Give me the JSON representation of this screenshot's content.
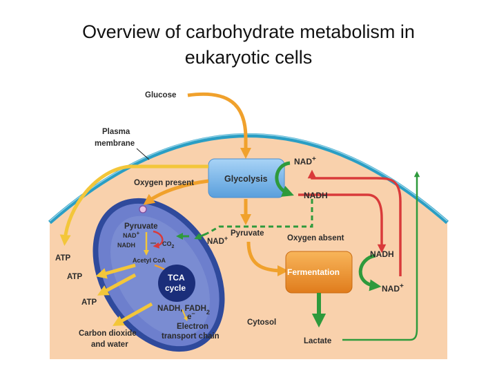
{
  "title_line1": "Overview of carbohydrate metabolism in",
  "title_line2": "eukaryotic cells",
  "labels": {
    "glucose": "Glucose",
    "plasma_membrane_1": "Plasma",
    "plasma_membrane_2": "membrane",
    "glycolysis": "Glycolysis",
    "oxygen_present": "Oxygen present",
    "nad_plus": "NAD",
    "nadh": "NADH",
    "pyruvate": "Pyruvate",
    "oxygen_absent": "Oxygen absent",
    "fermentation": "Fermentation",
    "lactate": "Lactate",
    "cytosol": "Cytosol",
    "atp": "ATP",
    "co2": "CO",
    "acetyl_coa": "Acetyl CoA",
    "tca_1": "TCA",
    "tca_2": "cycle",
    "nadh_fadh": "NADH, FADH",
    "electron": "e",
    "etc_1": "Electron",
    "etc_2": "transport chain",
    "carbon_dioxide_1": "Carbon dioxide",
    "carbon_dioxide_2": "and water",
    "plus": "+",
    "minus": "−",
    "two": "2"
  },
  "colors": {
    "cytosol": "#f9d1ac",
    "membrane": "#2a9ec4",
    "mito_outer": "#2f4a9c",
    "mito_inner": "#6d7fcd",
    "glycolysis_box": "#7db8ea",
    "fermentation_box": "#f39b3a",
    "orange_arrow": "#f0a12c",
    "yellow_arrow": "#f3c63a",
    "green": "#2e9a3c",
    "red": "#d93a3a",
    "tca": "#1b2e7a"
  }
}
